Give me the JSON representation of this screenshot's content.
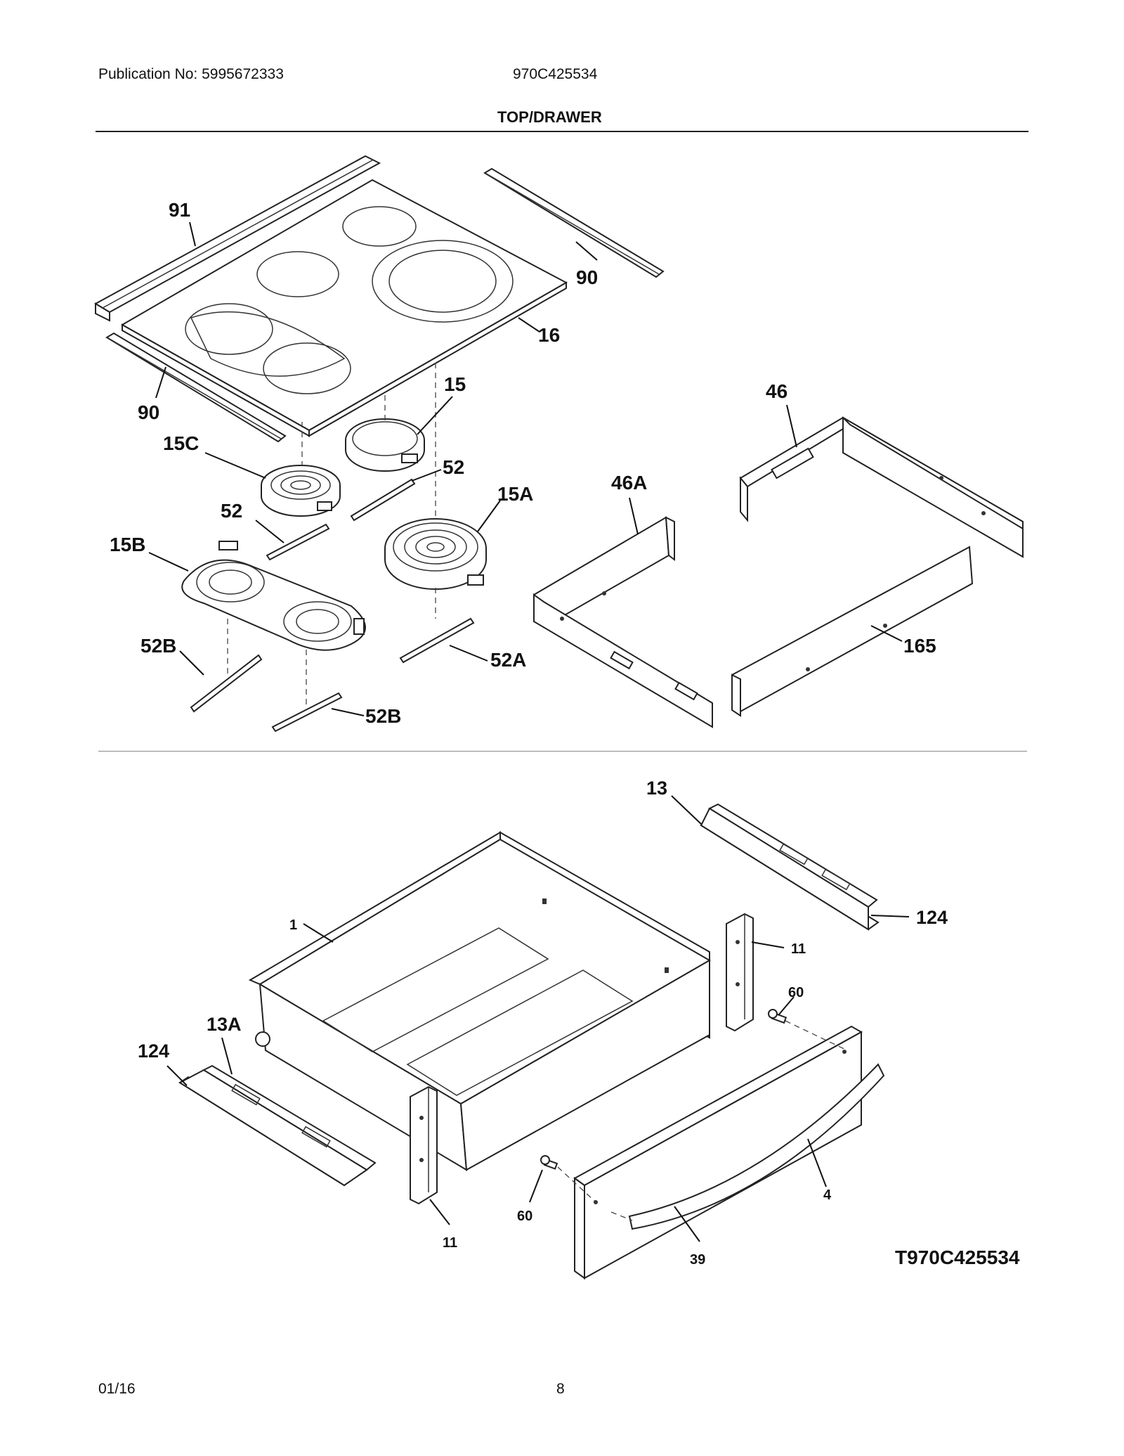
{
  "header": {
    "publication": "Publication No: 5995672333",
    "model": "970C425534",
    "section_title": "TOP/DRAWER"
  },
  "footer": {
    "date": "01/16",
    "page_number": "8"
  },
  "diagram_code": "T970C425534",
  "callouts_top": {
    "c91": "91",
    "c90_right": "90",
    "c16": "16",
    "c90_left": "90",
    "c15": "15",
    "c15C": "15C",
    "c52_right": "52",
    "c52_left": "52",
    "c15A": "15A",
    "c15B": "15B",
    "c46": "46",
    "c46A": "46A",
    "c165": "165",
    "c52B_left": "52B",
    "c52A": "52A",
    "c52B_bottom": "52B"
  },
  "callouts_bottom": {
    "c13": "13",
    "c124_right": "124",
    "c1": "1",
    "c11_right": "11",
    "c60_right": "60",
    "c13A": "13A",
    "c124_left": "124",
    "c4": "4",
    "c60_left": "60",
    "c11_left": "11",
    "c39": "39"
  }
}
